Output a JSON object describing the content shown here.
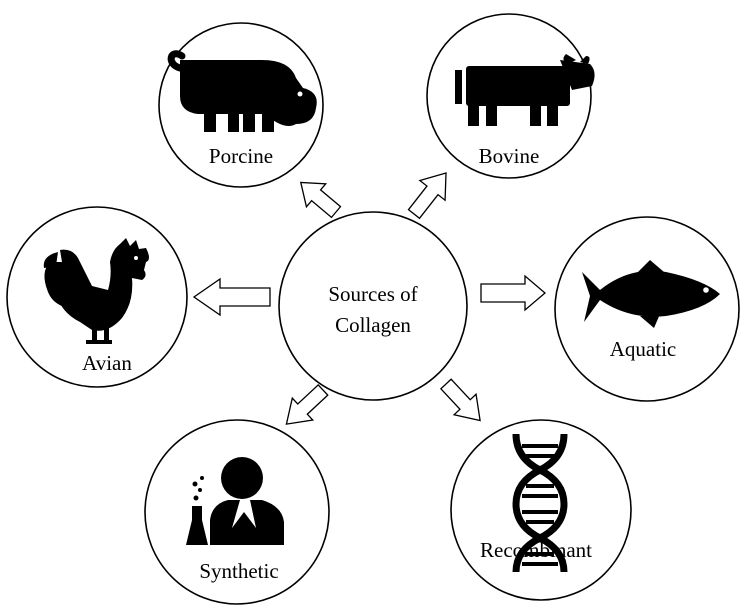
{
  "diagram": {
    "center": {
      "line1": "Sources of",
      "line2": "Collagen"
    },
    "nodes": {
      "porcine": {
        "label": "Porcine",
        "icon": "pig-icon"
      },
      "bovine": {
        "label": "Bovine",
        "icon": "cow-icon"
      },
      "avian": {
        "label": "Avian",
        "icon": "rooster-icon"
      },
      "aquatic": {
        "label": "Aquatic",
        "icon": "fish-icon"
      },
      "synthetic": {
        "label": "Synthetic",
        "icon": "scientist-icon"
      },
      "recombinant": {
        "label": "Recombinant",
        "icon": "dna-icon"
      }
    },
    "colors": {
      "stroke": "#000000",
      "fill": "#ffffff",
      "icon": "#000000"
    }
  }
}
